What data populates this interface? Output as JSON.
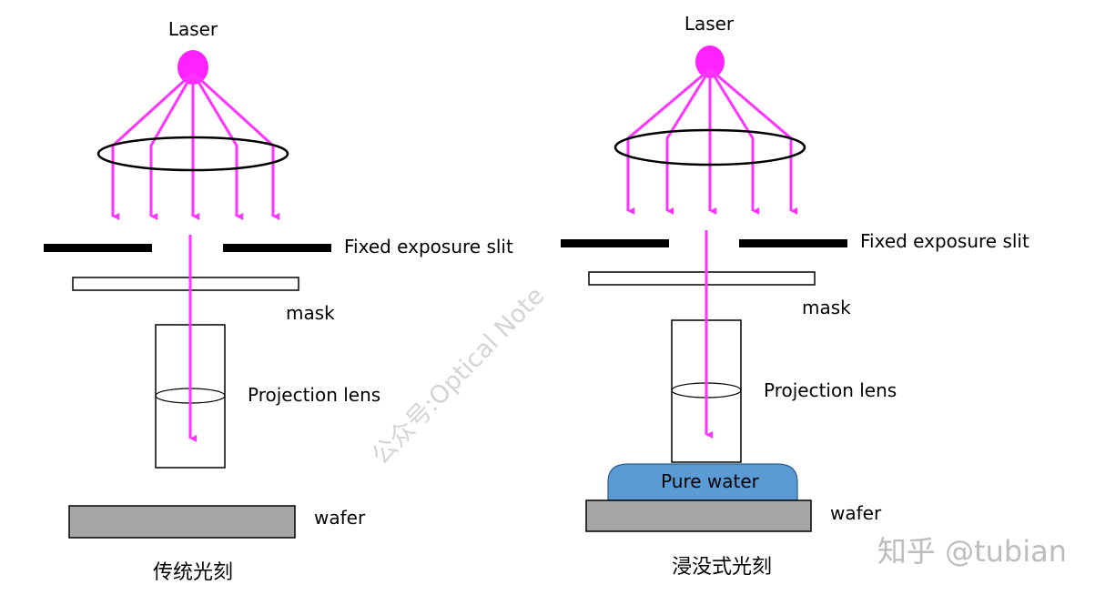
{
  "left": {
    "laser_label": "Laser",
    "slit_label": "Fixed exposure slit",
    "mask_label": "mask",
    "lens_label": "Projection lens",
    "wafer_label": "wafer",
    "caption": "传统光刻"
  },
  "right": {
    "laser_label": "Laser",
    "slit_label": "Fixed exposure slit",
    "mask_label": "mask",
    "lens_label": "Projection lens",
    "water_label": "Pure water",
    "wafer_label": "wafer",
    "caption": "浸没式光刻"
  },
  "watermark": "公众号:Optical Note",
  "brand_watermark": "知乎 @tubian",
  "colors": {
    "beam": "#ff33ff",
    "laser_source": "#ff22ff",
    "slit": "#000000",
    "wafer": "#a6a6a6",
    "water": "#5b9bd5"
  },
  "icons": [
    "laser-source-icon",
    "collimating-lens-icon",
    "arrow-icon"
  ]
}
